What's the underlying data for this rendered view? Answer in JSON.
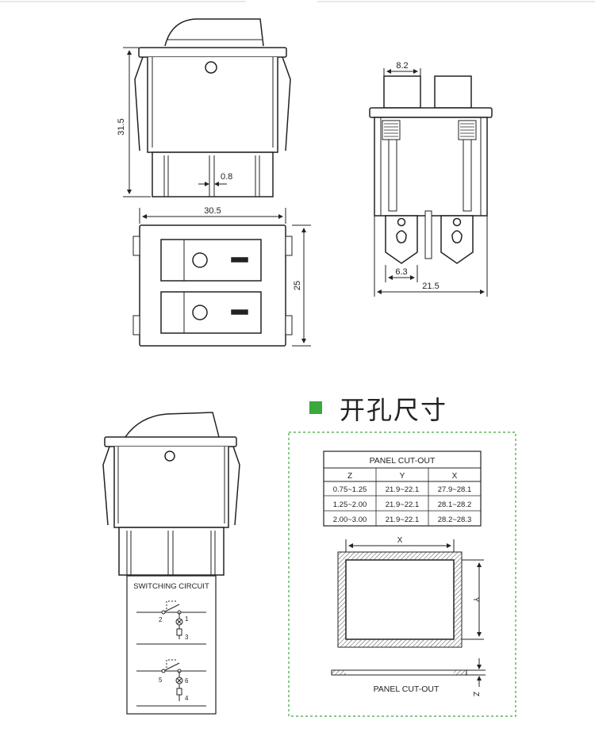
{
  "dimensions": {
    "height": "31.5",
    "pin_width": "0.8",
    "front_width": "30.5",
    "front_height": "25",
    "terminal_width": "8.2",
    "terminal_pitch": "6.3",
    "side_width": "21.5"
  },
  "section_title": "开孔尺寸",
  "accent_color": "#3aa83a",
  "switching_circuit": {
    "title": "SWITCHING CIRCUIT",
    "pins": [
      "2",
      "1",
      "3",
      "5",
      "6",
      "4"
    ]
  },
  "cutout_table": {
    "title": "PANEL CUT-OUT",
    "headers": [
      "Z",
      "Y",
      "X"
    ],
    "rows": [
      [
        "0.75~1.25",
        "21.9~22.1",
        "27.9~28.1"
      ],
      [
        "1.25~2.00",
        "21.9~22.1",
        "28.1~28.2"
      ],
      [
        "2.00~3.00",
        "21.9~22.1",
        "28.2~28.3"
      ]
    ]
  },
  "cutout_drawing": {
    "x_label": "X",
    "y_label": "Y",
    "z_label": "Z",
    "caption": "PANEL CUT-OUT"
  }
}
